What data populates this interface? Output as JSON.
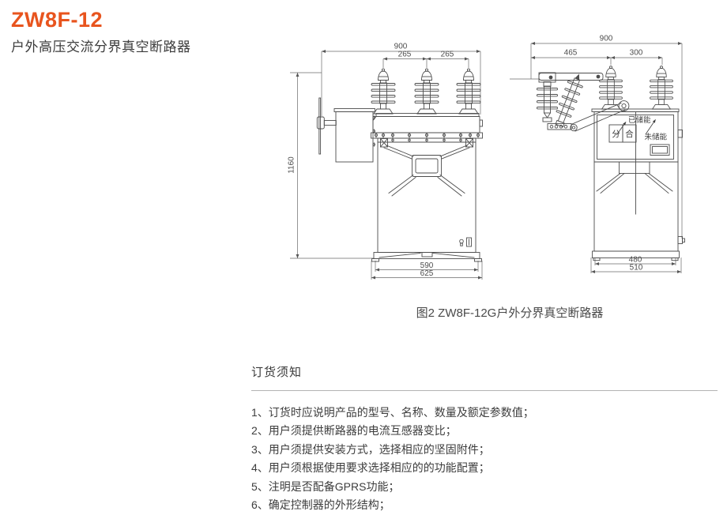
{
  "header": {
    "model": "ZW8F-12",
    "product_name": "户外高压交流分界真空断路器"
  },
  "figure": {
    "caption": "图2 ZW8F-12G户外分界真空断路器",
    "front_view": {
      "dim_overall_width": "900",
      "dim_pole_spacing_left": "265",
      "dim_pole_spacing_right": "265",
      "dim_overall_height": "1160",
      "dim_base_inner_width": "590",
      "dim_base_outer_width": "625"
    },
    "side_view": {
      "dim_overall_depth": "900",
      "dim_arm_reach": "465",
      "dim_bushing_spacing": "300",
      "dim_base_inner_depth": "480",
      "dim_base_outer_depth": "510",
      "label_energy_stored": "已储能",
      "label_energy_not_stored": "未储能",
      "label_open": "分",
      "label_close": "合"
    }
  },
  "order_section": {
    "heading": "订货须知",
    "items": [
      "1、订货时应说明产品的型号、名称、数量及额定参数值；",
      "2、用户须提供断路器的电流互感器变比；",
      "3、用户须提供安装方式，选择相应的坚固附件；",
      "4、用户须根据使用要求选择相应的的功能配置；",
      "5、注明是否配备GPRS功能；",
      "6、确定控制器的外形结构；"
    ]
  },
  "colors": {
    "accent": "#e8541e",
    "drawing_line": "#4d4d4d",
    "body_text": "#3d3d3d"
  }
}
